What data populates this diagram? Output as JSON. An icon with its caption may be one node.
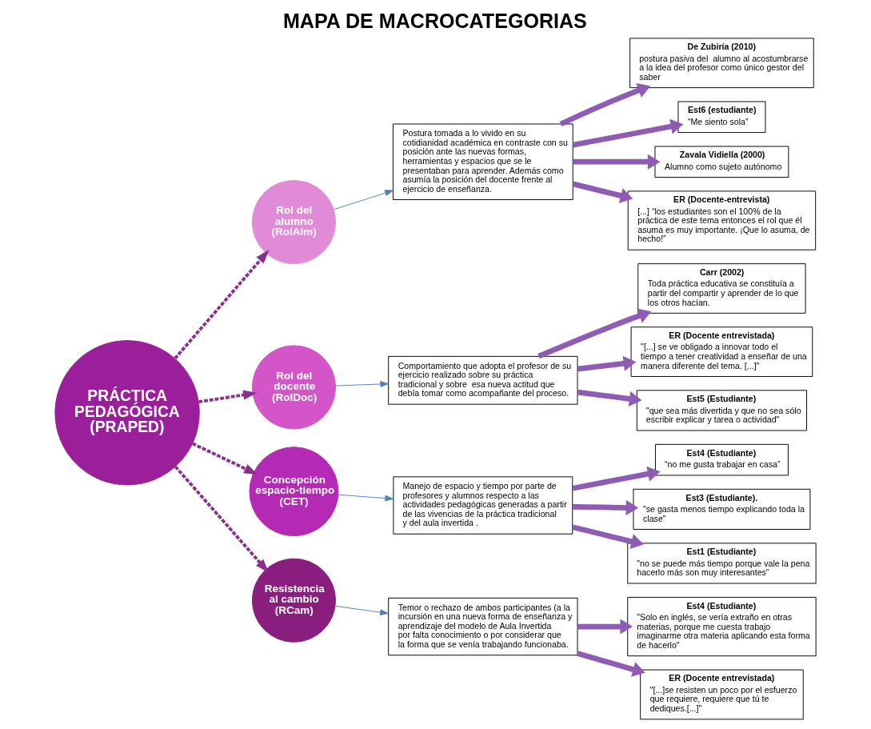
{
  "diagram": {
    "title": "MAPA DE MACROCATEGORIAS",
    "nodes": [
      {
        "text": [
          "PRÁCTICA PEDAGÓGICA (PRAPED)"
        ]
      },
      {
        "text": [
          "Rol del alumno (RolAlm)"
        ]
      },
      {
        "text": [
          "Postura tomada a lo vivido en su cotidianidad académica en contraste con su posición ante las nuevas formas, herramientas y espacios que se le presentaban para aprender. Además como asumía la posición del docente frente al ejercicio de enseñanza."
        ]
      },
      {
        "text": [
          "De Zubiría (2010)",
          "postura pasiva del  alumno al acostumbrarse a la idea del profesor como único gestor del saber"
        ]
      },
      {
        "text": [
          "Est6 (estudiante)",
          "“Me siento sola”"
        ]
      },
      {
        "text": [
          "Zavala Vidiella (2000)",
          "Alumno como sujeto autónomo"
        ]
      },
      {
        "text": [
          "ER (Docente-entrevista)",
          "[...] “los estudiantes son el 100% de la práctica de este tema entonces el rol que él asuma es muy importante. ¡Que lo asuma, de hecho!”"
        ]
      },
      {
        "text": [
          "Rol del docente (RolDoc)"
        ]
      },
      {
        "text": [
          "Comportamiento que adopta el profesor de su ejercicio realizado sobre su práctica tradicional y sobre  esa nueva actitud que debía tomar como acompañante del proceso."
        ]
      },
      {
        "text": [
          "Carr (2002)",
          "Toda práctica educativa se constituía a partir del compartir y aprender de lo que los otros hacían."
        ]
      },
      {
        "text": [
          "ER (Docente entrevistada)",
          "\"[...] se ve obligado a innovar todo el tiempo a tener creatividad a enseñar de una manera diferente del tema. [...]\""
        ]
      },
      {
        "text": [
          "Est5 (Estudiante)",
          "\"que sea más divertida y que no sea sólo escribir explicar y tarea o actividad\""
        ]
      },
      {
        "text": [
          "Concepción espacio-tiempo (CET)"
        ]
      },
      {
        "text": [
          "Manejo de espacio y tiempo por parte de profesores y alumnos respecto a las actividades pedagógicas generadas a partir de las vivencias de la práctica tradicional y del aula invertida ."
        ]
      },
      {
        "text": [
          "Est4 (Estudiante)",
          "“no me gusta trabajar en casa”"
        ]
      },
      {
        "text": [
          "Est3 (Estudiante).",
          "\"se gasta menos tiempo explicando toda la clase\""
        ]
      },
      {
        "text": [
          "Est1 (Estudiante)",
          "\"no se puede más tiempo porque vale la pena hacerlo más son muy interesantes”"
        ]
      },
      {
        "text": [
          "Resistencia al cambio (RCam)"
        ]
      },
      {
        "text": [
          "Temor o rechazo de ambos participantes (a la incursión en una nueva forma de enseñanza y aprendizaje del modelo de Aula Invertida  por falta conocimiento o por considerar que la forma que se venía trabajando funcionaba."
        ]
      },
      {
        "text": [
          "Est4 (Estudiante)",
          "\"Solo en inglés, se vería extraño en otras materias, porque me cuesta trabajo imaginarme otra materia aplicando esta forma de hacerlo\""
        ]
      },
      {
        "text": [
          "ER (Docente entrevistada)",
          "\"[...]se resisten un poco por el esfuerzo que requiere, requiere que tú te dediques.[...]\""
        ]
      }
    ],
    "edges": [
      {
        "from": 0,
        "to": 1,
        "arrow": "to",
        "style": "dashed",
        "color": "#8b2f8c"
      },
      {
        "from": 1,
        "to": 2,
        "arrow": "to",
        "color": "#4f81bd"
      },
      {
        "from": 2,
        "to": 3,
        "arrow": "to"
      },
      {
        "from": 2,
        "to": 4,
        "arrow": "to"
      },
      {
        "from": 2,
        "to": 5,
        "arrow": "to"
      },
      {
        "from": 2,
        "to": 6,
        "arrow": "to"
      },
      {
        "from": 0,
        "to": 7,
        "arrow": "to",
        "style": "dashed",
        "color": "#8b2f8c"
      },
      {
        "from": 7,
        "to": 8,
        "arrow": "to",
        "color": "#4f81bd"
      },
      {
        "from": 8,
        "to": 9,
        "arrow": "to"
      },
      {
        "from": 8,
        "to": 10,
        "arrow": "to"
      },
      {
        "from": 8,
        "to": 11,
        "arrow": "to"
      },
      {
        "from": 0,
        "to": 12,
        "arrow": "to",
        "style": "dashed",
        "color": "#8b2f8c"
      },
      {
        "from": 12,
        "to": 13,
        "arrow": "to",
        "color": "#4f81bd"
      },
      {
        "from": 13,
        "to": 14,
        "arrow": "to"
      },
      {
        "from": 13,
        "to": 15,
        "arrow": "to"
      },
      {
        "from": 13,
        "to": 16,
        "arrow": "to"
      },
      {
        "from": 0,
        "to": 17,
        "arrow": "to",
        "style": "dashed",
        "color": "#8b2f8c"
      },
      {
        "from": 17,
        "to": 18,
        "arrow": "to",
        "color": "#4f81bd"
      },
      {
        "from": 18,
        "to": 19,
        "arrow": "to"
      },
      {
        "from": 18,
        "to": 20,
        "arrow": "to"
      }
    ]
  }
}
